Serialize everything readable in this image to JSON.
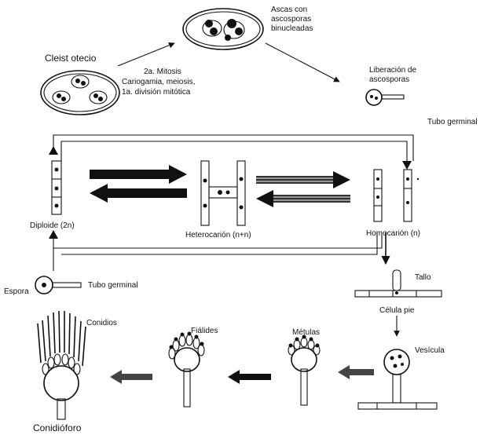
{
  "labels": {
    "cleistotecio": "Cleist otecio",
    "ascas": "Ascas con ascosporas binucleadas",
    "ascas_l1": "Ascas con",
    "ascas_l2": "ascosporas",
    "ascas_l3": "binucleadas",
    "mitosis": "2a. Mitosis",
    "cariogamia_l1": "Cariogamia, meiosis,",
    "cariogamia_l2": "1a. división mitótica",
    "liberacion_l1": "Liberación de",
    "liberacion_l2": "ascosporas",
    "tubo_germinal_top": "Tubo germinal",
    "diploide": "Diploide (2n)",
    "heterocarion": "Heterocarión (n+n)",
    "homocarion": "Homocarión (n)",
    "espora": "Espora",
    "tubo_germinal_bottom": "Tubo germinal",
    "tallo": "Tallo",
    "celula_pie": "Célula pie",
    "vesicula": "Vesícula",
    "metulas": "Métulas",
    "fialides": "Fiálides",
    "conidios": "Conidios",
    "conidioforo": "Conidióforo"
  }
}
